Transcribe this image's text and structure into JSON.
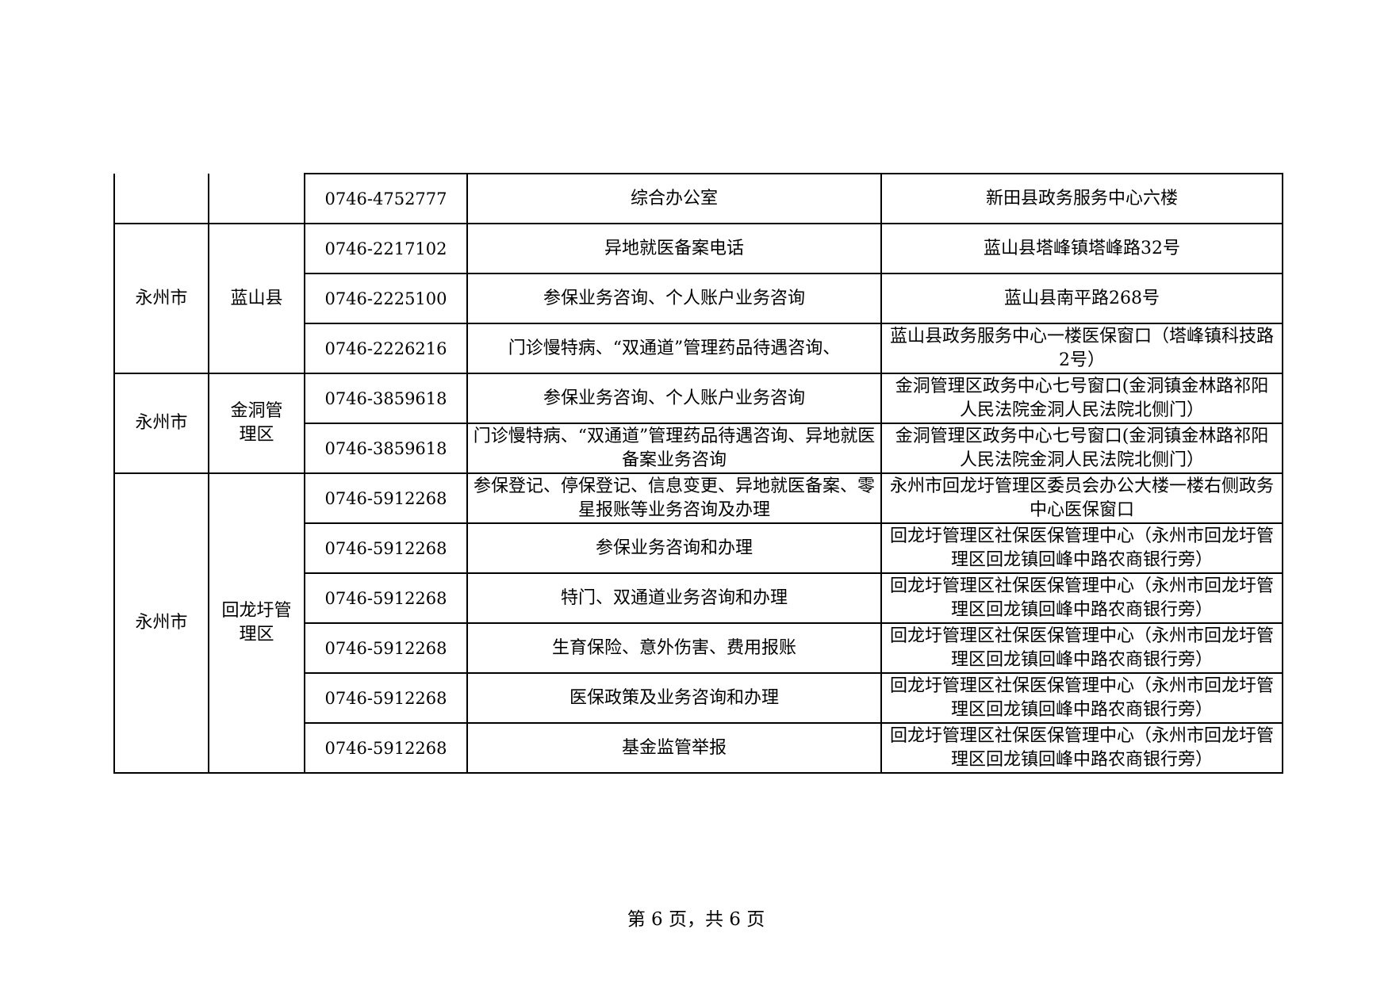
{
  "table": {
    "continuation_row": {
      "phone": "0746-4752777",
      "service": "综合办公室",
      "address": "新田县政务服务中心六楼"
    },
    "groups": [
      {
        "city": "永州市",
        "district": "蓝山县",
        "rows": [
          {
            "phone": "0746-2217102",
            "service": "异地就医备案电话",
            "address": "蓝山县塔峰镇塔峰路32号"
          },
          {
            "phone": "0746-2225100",
            "service": "参保业务咨询、个人账户业务咨询",
            "address": "蓝山县南平路268号"
          },
          {
            "phone": "0746-2226216",
            "service": "门诊慢特病、“双通道”管理药品待遇咨询、",
            "address": "蓝山县政务服务中心一楼医保窗口（塔峰镇科技路2号）"
          }
        ]
      },
      {
        "city": "永州市",
        "district": "金洞管理区",
        "rows": [
          {
            "phone": "0746-3859618",
            "service": "参保业务咨询、个人账户业务咨询",
            "address": "金洞管理区政务中心七号窗口(金洞镇金林路祁阳人民法院金洞人民法院北侧门）"
          },
          {
            "phone": "0746-3859618",
            "service": "门诊慢特病、“双通道”管理药品待遇咨询、异地就医备案业务咨询",
            "address": "金洞管理区政务中心七号窗口(金洞镇金林路祁阳人民法院金洞人民法院北侧门）"
          }
        ]
      },
      {
        "city": "永州市",
        "district": "回龙圩管理区",
        "rows": [
          {
            "phone": "0746-5912268",
            "service": "参保登记、停保登记、信息变更、异地就医备案、零星报账等业务咨询及办理",
            "address": "永州市回龙圩管理区委员会办公大楼一楼右侧政务中心医保窗口"
          },
          {
            "phone": "0746-5912268",
            "service": "参保业务咨询和办理",
            "address": "回龙圩管理区社保医保管理中心（永州市回龙圩管理区回龙镇回峰中路农商银行旁）"
          },
          {
            "phone": "0746-5912268",
            "service": "特门、双通道业务咨询和办理",
            "address": "回龙圩管理区社保医保管理中心（永州市回龙圩管理区回龙镇回峰中路农商银行旁）"
          },
          {
            "phone": "0746-5912268",
            "service": "生育保险、意外伤害、费用报账",
            "address": "回龙圩管理区社保医保管理中心（永州市回龙圩管理区回龙镇回峰中路农商银行旁）"
          },
          {
            "phone": "0746-5912268",
            "service": "医保政策及业务咨询和办理",
            "address": "回龙圩管理区社保医保管理中心（永州市回龙圩管理区回龙镇回峰中路农商银行旁）"
          },
          {
            "phone": "0746-5912268",
            "service": "基金监管举报",
            "address": "回龙圩管理区社保医保管理中心（永州市回龙圩管理区回龙镇回峰中路农商银行旁）"
          }
        ]
      }
    ]
  },
  "footer": {
    "page_label": "第 6 页，共 6 页"
  }
}
